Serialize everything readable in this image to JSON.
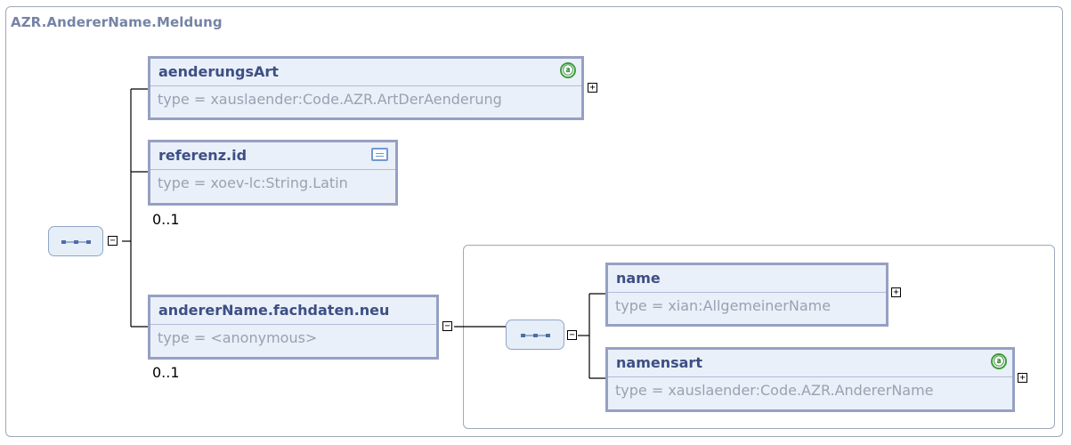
{
  "diagram": {
    "title": "AZR.AndererName.Meldung",
    "elements": {
      "aenderungsArt": {
        "name": "aenderungsArt",
        "type": "type = xauslaender:Code.AZR.ArtDerAenderung",
        "badge": "ⓐ"
      },
      "referenz": {
        "name": "referenz.id",
        "type": "type = xoev-lc:String.Latin",
        "cardinality": "0..1"
      },
      "fachdaten": {
        "name": "andererName.fachdaten.neu",
        "type": "type = <anonymous>",
        "cardinality": "0..1"
      },
      "name": {
        "name": "name",
        "type": "type = xian:AllgemeinerName"
      },
      "namensart": {
        "name": "namensart",
        "type": "type = xauslaender:Code.AZR.AndererName",
        "badge": "ⓐ"
      }
    },
    "expanders": {
      "plus": "+",
      "minus": "−"
    }
  }
}
